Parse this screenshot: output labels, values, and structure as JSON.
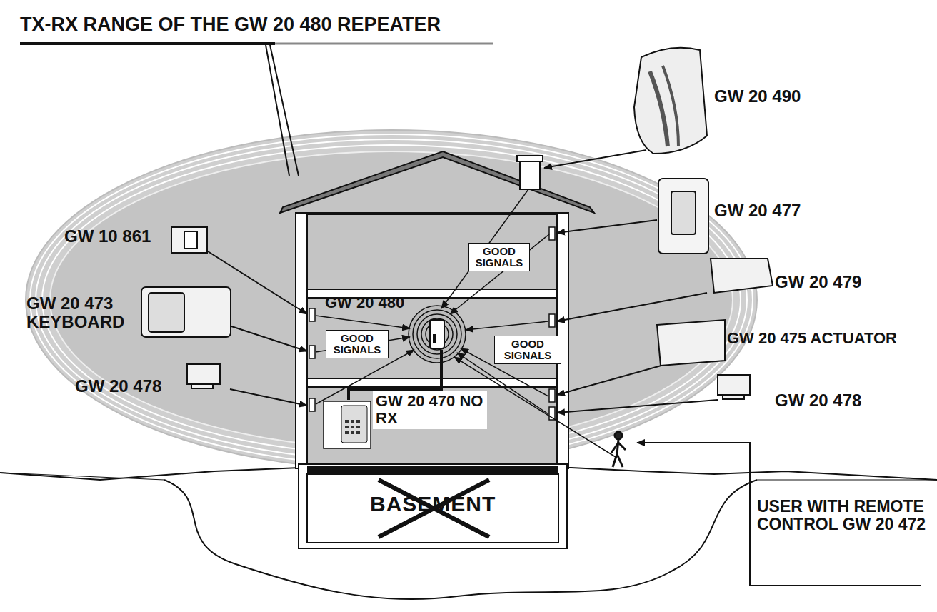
{
  "diagram": {
    "title": "TX-RX RANGE OF THE GW 20 480 REPEATER",
    "nodes": [
      {
        "text": [
          "GOOD SIGNALS"
        ]
      },
      {
        "text": [
          "GOOD SIGNALS"
        ]
      },
      {
        "text": [
          "GOOD SIGNALS"
        ]
      },
      {
        "text": [
          "GW 20 470 NO RX"
        ]
      }
    ],
    "labels": [
      "GW 20 490",
      "GW 20 477",
      "GW 20 479",
      "GW 20 475 ACTUATOR",
      "GW 20 478",
      "GW 10 861",
      "GW 20 473 KEYBOARD",
      "GW 20 478",
      "GW 20 480",
      "BASEMENT",
      "USER WITH REMOTE CONTROL GW 20 472"
    ]
  }
}
